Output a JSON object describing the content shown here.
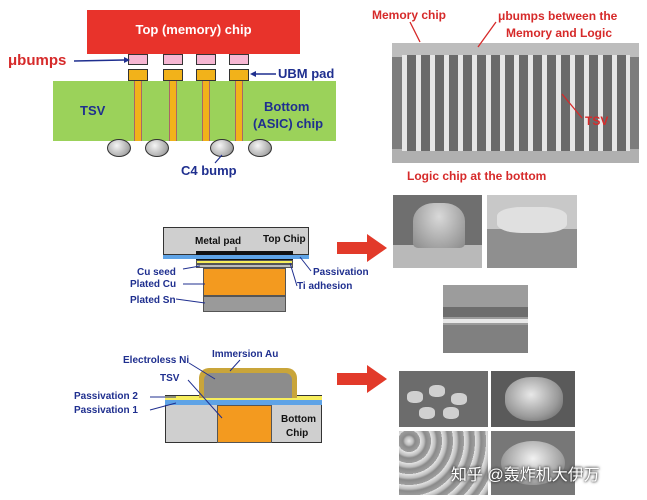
{
  "panel_top_diagram": {
    "top_chip": "Top (memory) chip",
    "ubumps": "μbumps",
    "ubm_pad": "UBM pad",
    "tsv": "TSV",
    "bottom_chip_line1": "Bottom",
    "bottom_chip_line2": "(ASIC) chip",
    "c4_bump": "C4 bump"
  },
  "panel_top_sem": {
    "memory_chip": "Memory chip",
    "ubumps_line1": "μbumps between the",
    "ubumps_line2": "Memory and Logic",
    "tsv": "TSV",
    "logic_chip": "Logic chip at the bottom"
  },
  "panel_middle": {
    "metal_pad": "Metal pad",
    "top_chip": "Top Chip",
    "cu_seed": "Cu seed",
    "plated_cu": "Plated Cu",
    "plated_sn": "Plated Sn",
    "passivation": "Passivation",
    "ti_adhesion": "Ti adhesion"
  },
  "panel_bottom": {
    "electroless_ni": "Electroless Ni",
    "immersion_au": "Immersion Au",
    "tsv": "TSV",
    "passivation2": "Passivation 2",
    "passivation1": "Passivation 1",
    "bottom_chip_line1": "Bottom",
    "bottom_chip_line2": "Chip"
  },
  "watermark": "知乎 @轰炸机大伊万",
  "colors": {
    "red_chip": "#e8332b",
    "green_chip": "#9bd25a",
    "pink_bump": "#f6b6d2",
    "gold": "#f2b21a",
    "navy_text": "#1f2f8f",
    "red_arrow": "#e23a2a",
    "orange_cu": "#f39a1f",
    "yellow_layer": "#f7ee5c"
  }
}
